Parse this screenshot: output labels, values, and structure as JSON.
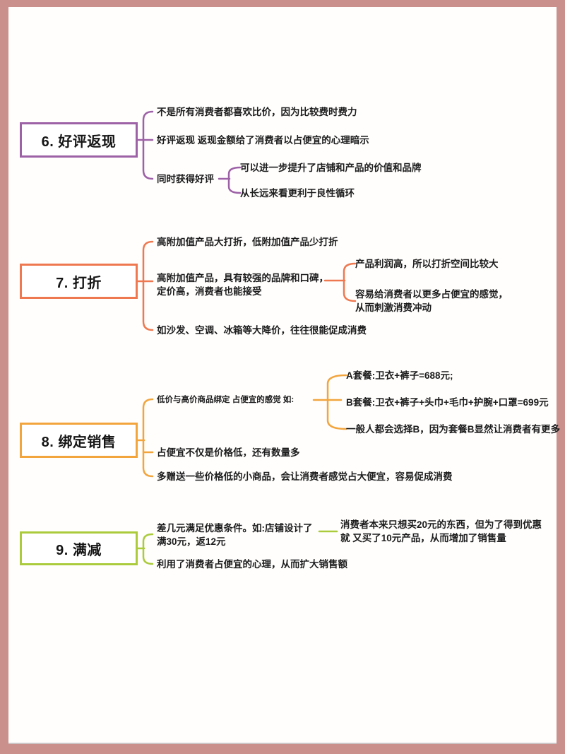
{
  "page": {
    "frame_color": "#C9908C",
    "background": "#FFFFFF"
  },
  "mindmap": {
    "sections": [
      {
        "title": "6. 好评返现",
        "color": "#9D61A6",
        "nodes": {
          "n1": "不是所有消费者都喜欢比价，因为比较费时费力",
          "n2": "好评返现 返现金额给了消费者以占便宜的心理暗示",
          "n3": "同时获得好评",
          "n3a": "可以进一步提升了店铺和产品的价值和品牌",
          "n3b": "从长远来看更利于良性循环"
        }
      },
      {
        "title": "7. 打折",
        "color": "#EE7950",
        "nodes": {
          "n1": "高附加值产品大打折，低附加值产品少打折",
          "n2": "高附加值产品，具有较强的品牌和口碑，\n定价高，消费者也能接受",
          "n2a": "产品利润高，所以打折空间比较大",
          "n2b": "容易给消费者以更多占便宜的感觉，\n从而刺激消费冲动",
          "n3": "如沙发、空调、冰箱等大降价，往往很能促成消费"
        }
      },
      {
        "title": "8. 绑定销售",
        "color": "#F2A53D",
        "nodes": {
          "n1": "低价与高价商品绑定 占便宜的感觉 如:",
          "n1a": "A套餐:卫衣+裤子=688元;",
          "n1b": "B套餐:卫衣+裤子+头巾+毛巾+护腕+口罩=699元",
          "n1c": "一般人都会选择B，因为套餐B显然让消费者有更多",
          "n2": "占便宜不仅是价格低，还有数量多",
          "n3": "多赠送一些价格低的小商品，会让消费者感觉占大便宜，容易促成消费"
        }
      },
      {
        "title": "9. 满减",
        "color": "#ABCB3D",
        "nodes": {
          "n1": "差几元满足优惠条件。如:店铺设计了\n满30元，返12元",
          "n1a": "消费者本来只想买20元的东西，但为了得到优惠\n就 又买了10元产品，从而增加了销售量",
          "n2": "利用了消费者占便宜的心理，从而扩大销售额"
        }
      }
    ]
  }
}
